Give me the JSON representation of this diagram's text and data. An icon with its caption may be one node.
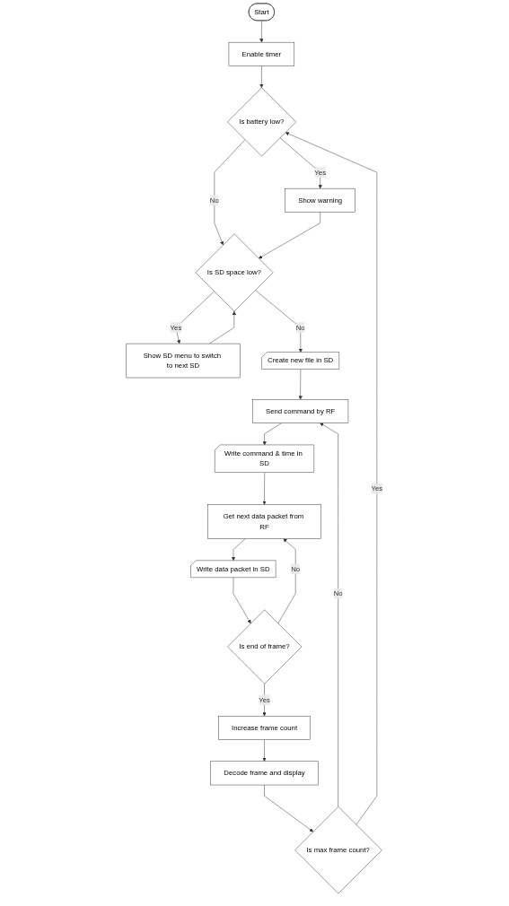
{
  "diagram": {
    "nodes": [
      {
        "text": [
          "Start"
        ]
      },
      {
        "text": [
          "Enable timer"
        ]
      },
      {
        "text": [
          "Is battery low?"
        ]
      },
      {
        "text": [
          "Show warning"
        ]
      },
      {
        "text": [
          "Is SD space low?"
        ]
      },
      {
        "text": [
          "Show SD menu to switch to next SD"
        ]
      },
      {
        "text": [
          "Create new file in SD"
        ]
      },
      {
        "text": [
          "Send command by RF"
        ]
      },
      {
        "text": [
          "Write command & time in SD"
        ]
      },
      {
        "text": [
          "Get next data packet from RF"
        ]
      },
      {
        "text": [
          "Write data packet in SD"
        ]
      },
      {
        "text": [
          "Is end of frame?"
        ]
      },
      {
        "text": [
          "Increase frame count"
        ]
      },
      {
        "text": [
          "Decode frame and display"
        ]
      },
      {
        "text": [
          "Is max frame count?"
        ]
      }
    ],
    "edges": [
      {
        "from": 0,
        "to": 1,
        "arrow": "to"
      },
      {
        "from": 1,
        "to": 2,
        "arrow": "to"
      },
      {
        "from": 2,
        "to": 3,
        "label": "Yes",
        "arrow": "to"
      },
      {
        "from": 2,
        "to": 4,
        "label": "No",
        "arrow": "to"
      },
      {
        "from": 3,
        "to": 4,
        "arrow": "to"
      },
      {
        "from": 4,
        "to": 5,
        "label": "Yes",
        "arrow": "to"
      },
      {
        "from": 5,
        "to": 4,
        "arrow": "to"
      },
      {
        "from": 4,
        "to": 6,
        "label": "No",
        "arrow": "to"
      },
      {
        "from": 6,
        "to": 7,
        "arrow": "to"
      },
      {
        "from": 7,
        "to": 8,
        "arrow": "to"
      },
      {
        "from": 8,
        "to": 9,
        "arrow": "to"
      },
      {
        "from": 9,
        "to": 10,
        "arrow": "to"
      },
      {
        "from": 10,
        "to": 11,
        "arrow": "to"
      },
      {
        "from": 11,
        "to": 12,
        "label": "Yes",
        "arrow": "to"
      },
      {
        "from": 11,
        "to": 9,
        "label": "No",
        "arrow": "to"
      },
      {
        "from": 12,
        "to": 13,
        "arrow": "to"
      },
      {
        "from": 13,
        "to": 14,
        "arrow": "to"
      },
      {
        "from": 14,
        "to": 7,
        "label": "No",
        "arrow": "to"
      },
      {
        "from": 14,
        "to": 2,
        "label": "Yes",
        "arrow": "to"
      }
    ]
  }
}
